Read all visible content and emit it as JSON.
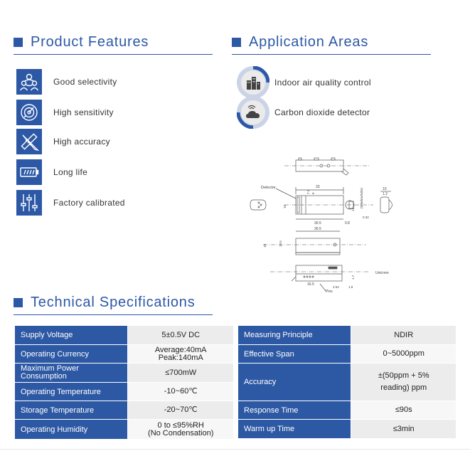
{
  "features": {
    "title": "Product Features",
    "items": [
      {
        "label": "Good selectivity",
        "icon": "people-group-icon"
      },
      {
        "label": "High sensitivity",
        "icon": "target-gauge-icon"
      },
      {
        "label": "High accuracy",
        "icon": "ruler-pencil-icon"
      },
      {
        "label": "Long life",
        "icon": "battery-icon"
      },
      {
        "label": "Factory calibrated",
        "icon": "sliders-icon"
      }
    ]
  },
  "applications": {
    "title": "Application Areas",
    "items": [
      {
        "label": "Indoor air quality control",
        "icon": "buildings-icon"
      },
      {
        "label": "Carbon dioxide detector",
        "icon": "cloud-signal-icon"
      }
    ]
  },
  "drawing": {
    "detector": "Detector",
    "unit": "Unit:mm",
    "pins": "Pins",
    "dims": [
      "33",
      "30.5",
      "0.8",
      "30.5",
      "16.5",
      "10",
      "1.2",
      "12",
      "7.2",
      "6",
      "19.5",
      "19",
      "10",
      "(Window/tube)",
      "1.9",
      "2.54",
      "1.7",
      "0.32"
    ]
  },
  "specs": {
    "title": "Technical Specifications",
    "left": [
      {
        "key": "Supply Voltage",
        "value": "5±0.5V DC"
      },
      {
        "key": "Operating Currency",
        "value": "Average:40mA\nPeak:140mA"
      },
      {
        "key": "Maximum Power\nConsumption",
        "value": "≤700mW"
      },
      {
        "key": "Operating Temperature",
        "value": "-10~60℃"
      },
      {
        "key": "Storage Temperature",
        "value": "-20~70℃"
      },
      {
        "key": "Operating Humidity",
        "value": "0 to ≤95%RH\n(No Condensation)"
      }
    ],
    "right": [
      {
        "key": "Measuring Principle",
        "value": "NDIR"
      },
      {
        "key": "Effective Span",
        "value": "0~5000ppm"
      },
      {
        "key": "Accuracy",
        "value": "±(50ppm + 5%\nreading) ppm"
      },
      {
        "key": "Response Time",
        "value": "≤90s"
      },
      {
        "key": "Warm up Time",
        "value": "≤3min"
      }
    ]
  },
  "colors": {
    "brand": "#2c58a6",
    "ring": "#cbd4e6",
    "cell_light": "#ececec"
  }
}
